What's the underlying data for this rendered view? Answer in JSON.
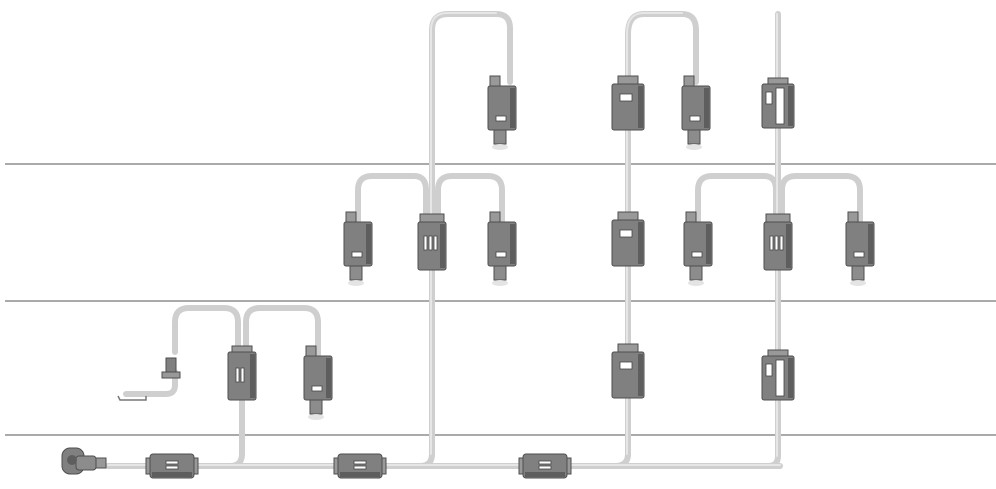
{
  "diagram": {
    "levels": 4,
    "colors": {
      "cable": "#cfcfcf",
      "device": "#808080",
      "device_dark": "#5e5e5e",
      "window": "#ffffff",
      "level_line": "#555555"
    },
    "device_kinds": [
      "connector-root",
      "splitter-double-bar",
      "splitter-triple-bar",
      "splitter-double-line",
      "receiver-single",
      "repeater-dual",
      "repeater-slim"
    ]
  }
}
